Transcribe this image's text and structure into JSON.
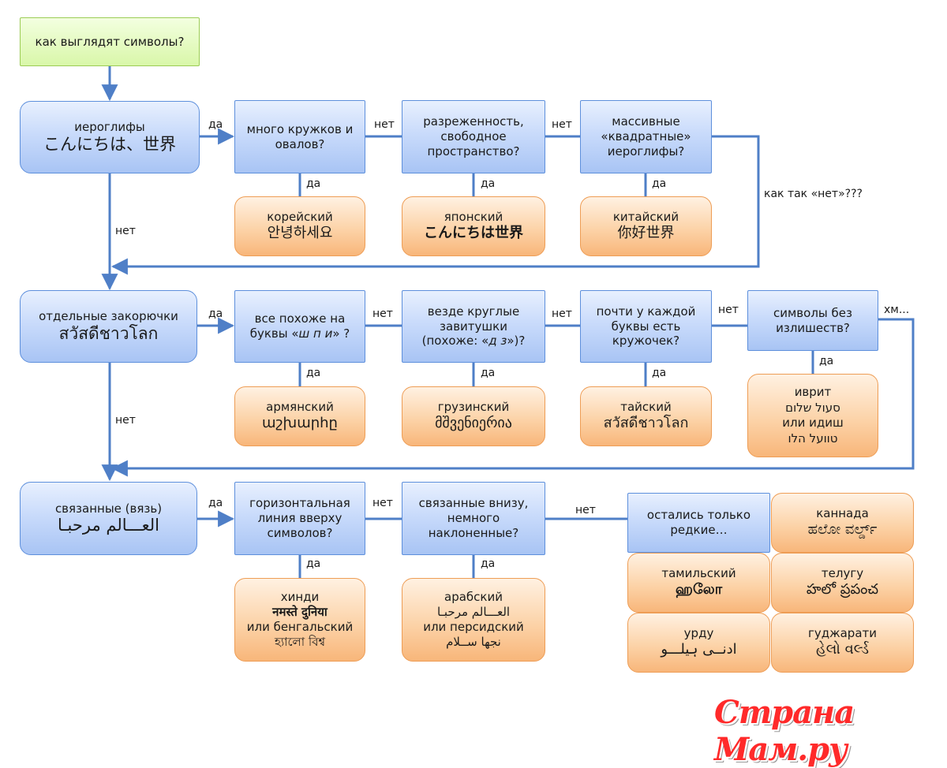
{
  "start": "как выглядят символы?",
  "rows": {
    "hier": {
      "main": "иероглифы",
      "sample": "こんにちは、世界",
      "q1": "много кружков и овалов?",
      "q2": "разреженность, свободное пространство?",
      "q3": "массивные «квадратные» иероглифы?",
      "a1_name": "корейский",
      "a1_sample": "안녕하세요",
      "a2_name": "японский",
      "a2_sample": "こんにちは世界",
      "a3_name": "китайский",
      "a3_sample": "你好世界"
    },
    "zak": {
      "main": "отдельные закорючки",
      "sample": "สวัสดีชาวโลก",
      "q1_a": "все похоже на",
      "q1_b": "буквы «",
      "q1_letters": "ш п и",
      "q1_c": "» ?",
      "q2_a": "везде круглые",
      "q2_b": "завитушки",
      "q2_c": "(похоже: «",
      "q2_letters": "д з",
      "q2_d": "»)?",
      "q3": "почти у каждой буквы есть кружочек?",
      "q4": "символы без излишеств?",
      "a1_name": "армянский",
      "a1_sample": "աշխարհը",
      "a2_name": "грузинский",
      "a2_sample": "მშვენიერია",
      "a3_name": "тайский",
      "a3_sample": "สวัสดีชาวโลก",
      "a4_l1": "иврит",
      "a4_l2": "סעול שלום",
      "a4_l3": "или идиш",
      "a4_l4": "טוועל הלו"
    },
    "lig": {
      "main": "связанные (вязь)",
      "sample": "العـــالم مرحبـا",
      "q1": "горизонтальная линия вверху символов?",
      "q2": "связанные внизу, немного наклоненные?",
      "rare": "остались только редкие…",
      "a1_l1": "хинди",
      "a1_l2": "नमस्ते दुनिया",
      "a1_l3": "или бенгальский",
      "a1_l4": "হ্যালো বিশ্ব",
      "a2_l1": "арабский",
      "a2_l2": "العـــالم مرحبـا",
      "a2_l3": "или персидский",
      "a2_l4": "نجها ســلام"
    },
    "rare_langs": [
      {
        "name": "каннада",
        "sample": "ಹಲೋ ವರ್ಲ್ಡ್"
      },
      {
        "name": "тамильский",
        "sample": "ஹலோ"
      },
      {
        "name": "телугу",
        "sample": "హలో ప్రపంచ"
      },
      {
        "name": "урду",
        "sample": "ادنــی ہیلـــو"
      },
      {
        "name": "гуджарати",
        "sample": "હેલો વર્લ્ડ"
      }
    ]
  },
  "labels": {
    "yes": "да",
    "no": "нет",
    "how_no": "как так «нет»???",
    "hm": "хм..."
  },
  "watermark": "Страна Мам.ру",
  "colors": {
    "line": "#4f7fc7",
    "blue_border": "#5d8fdc",
    "orange_border": "#ee9d55",
    "green_border": "#9ccc55",
    "watermark": "#ff2a2a"
  }
}
